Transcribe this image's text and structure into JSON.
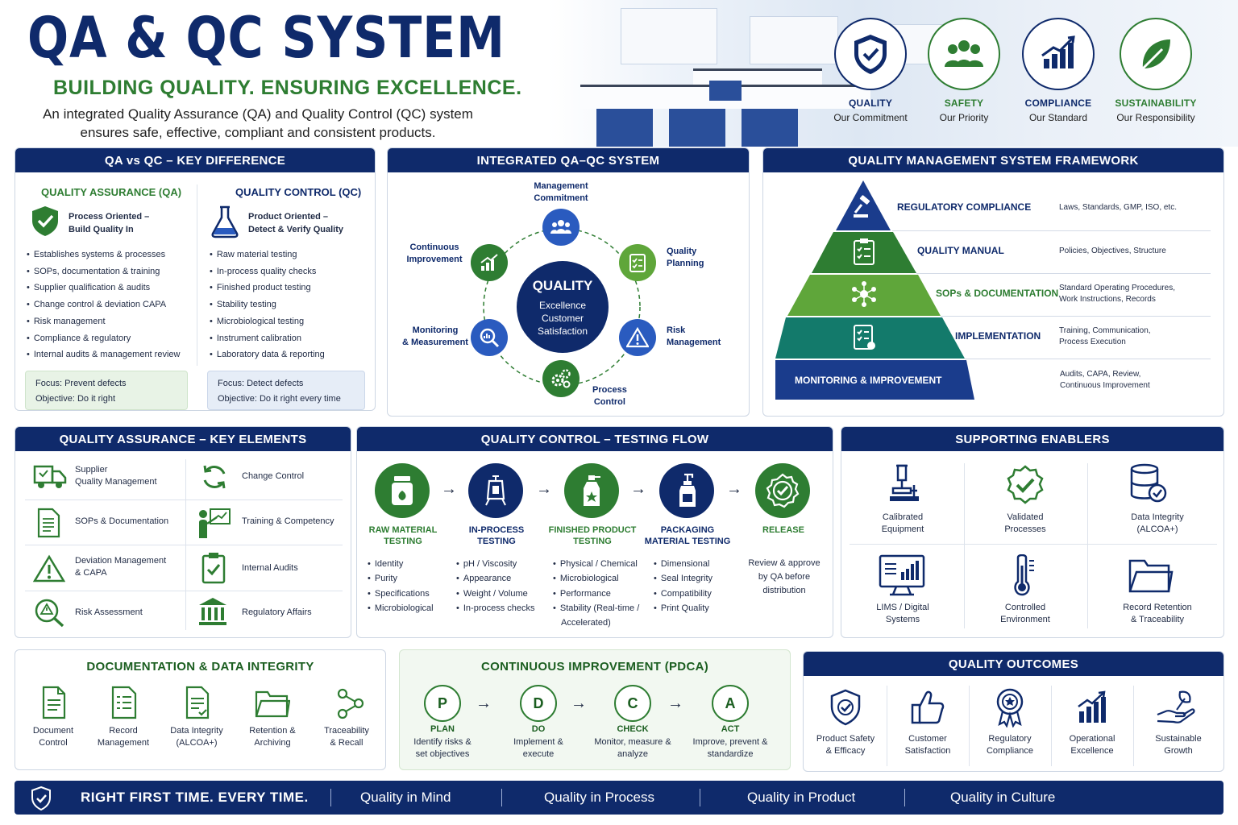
{
  "header": {
    "title": "QA & QC SYSTEM",
    "tagline": "BUILDING QUALITY. ENSURING EXCELLENCE.",
    "intro_line1": "An integrated Quality Assurance (QA) and Quality Control (QC) system",
    "intro_line2": "ensures safe, effective, compliant and consistent products.",
    "values": [
      {
        "title": "QUALITY",
        "sub": "Our Commitment",
        "icon": "shield-check-icon",
        "color": "#0f2a6b"
      },
      {
        "title": "SAFETY",
        "sub": "Our Priority",
        "icon": "people-icon",
        "color": "#2e7d32"
      },
      {
        "title": "COMPLIANCE",
        "sub": "Our Standard",
        "icon": "growth-chart-icon",
        "color": "#0f2a6b"
      },
      {
        "title": "SUSTAINABILITY",
        "sub": "Our Responsibility",
        "icon": "leaf-icon",
        "color": "#2e7d32"
      }
    ]
  },
  "qa_vs_qc": {
    "heading": "QA vs QC – KEY DIFFERENCE",
    "qa": {
      "title": "QUALITY ASSURANCE (QA)",
      "sub1": "Process Oriented –",
      "sub2": "Build Quality In",
      "bullets": [
        "Establishes systems & processes",
        "SOPs, documentation & training",
        "Supplier qualification & audits",
        "Change control & deviation CAPA",
        "Risk management",
        "Compliance & regulatory",
        "Internal audits & management review"
      ],
      "focus": "Focus: Prevent defects",
      "objective": "Objective: Do it right"
    },
    "qc": {
      "title": "QUALITY CONTROL (QC)",
      "sub1": "Product Oriented –",
      "sub2": "Detect & Verify Quality",
      "bullets": [
        "Raw material testing",
        "In-process quality checks",
        "Finished product testing",
        "Stability testing",
        "Microbiological testing",
        "Instrument calibration",
        "Laboratory data & reporting"
      ],
      "focus": "Focus: Detect defects",
      "objective": "Objective: Do it right every time"
    }
  },
  "integrated": {
    "heading": "INTEGRATED QA–QC SYSTEM",
    "center_title": "QUALITY",
    "center_l1": "Excellence",
    "center_l2": "Customer",
    "center_l3": "Satisfaction",
    "nodes": [
      {
        "l1": "Management",
        "l2": "Commitment"
      },
      {
        "l1": "Quality",
        "l2": "Planning"
      },
      {
        "l1": "Risk",
        "l2": "Management"
      },
      {
        "l1": "Process",
        "l2": "Control"
      },
      {
        "l1": "Monitoring",
        "l2": "& Measurement"
      },
      {
        "l1": "Continuous",
        "l2": "Improvement"
      }
    ]
  },
  "qms": {
    "heading": "QUALITY MANAGEMENT SYSTEM FRAMEWORK",
    "levels": [
      {
        "label": "REGULATORY COMPLIANCE",
        "d1": "Laws, Standards, GMP, ISO, etc.",
        "d2": "",
        "color": "#0f2a6b"
      },
      {
        "label": "QUALITY MANUAL",
        "d1": "Policies, Objectives, Structure",
        "d2": "",
        "color": "#2e7d32"
      },
      {
        "label": "SOPs & DOCUMENTATION",
        "d1": "Standard Operating Procedures,",
        "d2": "Work Instructions, Records",
        "color": "#5fa63a"
      },
      {
        "label": "IMPLEMENTATION",
        "d1": "Training, Communication,",
        "d2": "Process Execution",
        "color": "#137a6b"
      },
      {
        "label": "MONITORING & IMPROVEMENT",
        "d1": "Audits, CAPA, Review,",
        "d2": "Continuous Improvement",
        "color": "#1a3c8c"
      }
    ]
  },
  "qa_elements": {
    "heading": "QUALITY ASSURANCE – KEY ELEMENTS",
    "items": [
      {
        "l1": "Supplier",
        "l2": "Quality Management"
      },
      {
        "l1": "Change Control",
        "l2": ""
      },
      {
        "l1": "SOPs & Documentation",
        "l2": ""
      },
      {
        "l1": "Training & Competency",
        "l2": ""
      },
      {
        "l1": "Deviation Management",
        "l2": "& CAPA"
      },
      {
        "l1": "Internal Audits",
        "l2": ""
      },
      {
        "l1": "Risk Assessment",
        "l2": ""
      },
      {
        "l1": "Regulatory Affairs",
        "l2": ""
      }
    ]
  },
  "qc_flow": {
    "heading": "QUALITY CONTROL – TESTING FLOW",
    "steps": [
      {
        "l1": "RAW MATERIAL",
        "l2": "TESTING",
        "bullets": [
          "Identity",
          "Purity",
          "Specifications",
          "Microbiological"
        ],
        "color": "#2e7d32"
      },
      {
        "l1": "IN-PROCESS",
        "l2": "TESTING",
        "bullets": [
          "pH / Viscosity",
          "Appearance",
          "Weight / Volume",
          "In-process checks"
        ],
        "color": "#0f2a6b"
      },
      {
        "l1": "FINISHED PRODUCT",
        "l2": "TESTING",
        "bullets": [
          "Physical / Chemical",
          "Microbiological",
          "Performance",
          "Stability (Real-time /"
        ],
        "extra": "Accelerated)",
        "color": "#2e7d32"
      },
      {
        "l1": "PACKAGING",
        "l2": "MATERIAL TESTING",
        "bullets": [
          "Dimensional",
          "Seal Integrity",
          "Compatibility",
          "Print Quality"
        ],
        "color": "#0f2a6b"
      },
      {
        "l1": "RELEASE",
        "l2": "",
        "r1": "Review & approve",
        "r2": "by QA before",
        "r3": "distribution",
        "color": "#2e7d32"
      }
    ]
  },
  "enablers": {
    "heading": "SUPPORTING ENABLERS",
    "items": [
      {
        "l1": "Calibrated",
        "l2": "Equipment"
      },
      {
        "l1": "Validated",
        "l2": "Processes"
      },
      {
        "l1": "Data Integrity",
        "l2": "(ALCOA+)"
      },
      {
        "l1": "LIMS / Digital",
        "l2": "Systems"
      },
      {
        "l1": "Controlled",
        "l2": "Environment"
      },
      {
        "l1": "Record Retention",
        "l2": "& Traceability"
      }
    ]
  },
  "documentation": {
    "heading": "DOCUMENTATION & DATA INTEGRITY",
    "items": [
      {
        "l1": "Document",
        "l2": "Control"
      },
      {
        "l1": "Record",
        "l2": "Management"
      },
      {
        "l1": "Data Integrity",
        "l2": "(ALCOA+)"
      },
      {
        "l1": "Retention &",
        "l2": "Archiving"
      },
      {
        "l1": "Traceability",
        "l2": "& Recall"
      }
    ]
  },
  "pdca": {
    "heading": "CONTINUOUS IMPROVEMENT (PDCA)",
    "steps": [
      {
        "letter": "P",
        "title": "PLAN",
        "d1": "Identify risks &",
        "d2": "set objectives"
      },
      {
        "letter": "D",
        "title": "DO",
        "d1": "Implement &",
        "d2": "execute"
      },
      {
        "letter": "C",
        "title": "CHECK",
        "d1": "Monitor, measure &",
        "d2": "analyze"
      },
      {
        "letter": "A",
        "title": "ACT",
        "d1": "Improve, prevent &",
        "d2": "standardize"
      }
    ]
  },
  "outcomes": {
    "heading": "QUALITY OUTCOMES",
    "items": [
      {
        "l1": "Product Safety",
        "l2": "& Efficacy"
      },
      {
        "l1": "Customer",
        "l2": "Satisfaction"
      },
      {
        "l1": "Regulatory",
        "l2": "Compliance"
      },
      {
        "l1": "Operational",
        "l2": "Excellence"
      },
      {
        "l1": "Sustainable",
        "l2": "Growth"
      }
    ]
  },
  "footer": {
    "motto": "RIGHT FIRST TIME. EVERY TIME.",
    "items": [
      "Quality in Mind",
      "Quality in Process",
      "Quality in Product",
      "Quality in Culture"
    ]
  }
}
